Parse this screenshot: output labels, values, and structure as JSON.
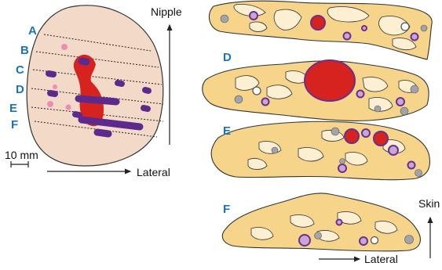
{
  "overview": {
    "section_labels": [
      "A",
      "B",
      "C",
      "D",
      "E",
      "F"
    ],
    "scale_label": "10 mm",
    "up_label": "Nipple",
    "right_label": "Lateral"
  },
  "sections": [
    {
      "id": "top",
      "label": ""
    },
    {
      "id": "D",
      "label": "D"
    },
    {
      "id": "E",
      "label": "E"
    },
    {
      "id": "F",
      "label": "F"
    }
  ],
  "axes": {
    "up_label": "Skin",
    "right_label": "Lateral"
  },
  "colors": {
    "breast_outline": "#f3d9c8",
    "tissue_slab": "#f6d58a",
    "duct_lumen": "#fdf0d2",
    "lesion_red": "#d6231f",
    "lesion_purple": "#5b2a8c",
    "lesion_pink": "#f08cb2",
    "lesion_gray": "#a3a3ab",
    "section_letter": "#1a73c0"
  }
}
